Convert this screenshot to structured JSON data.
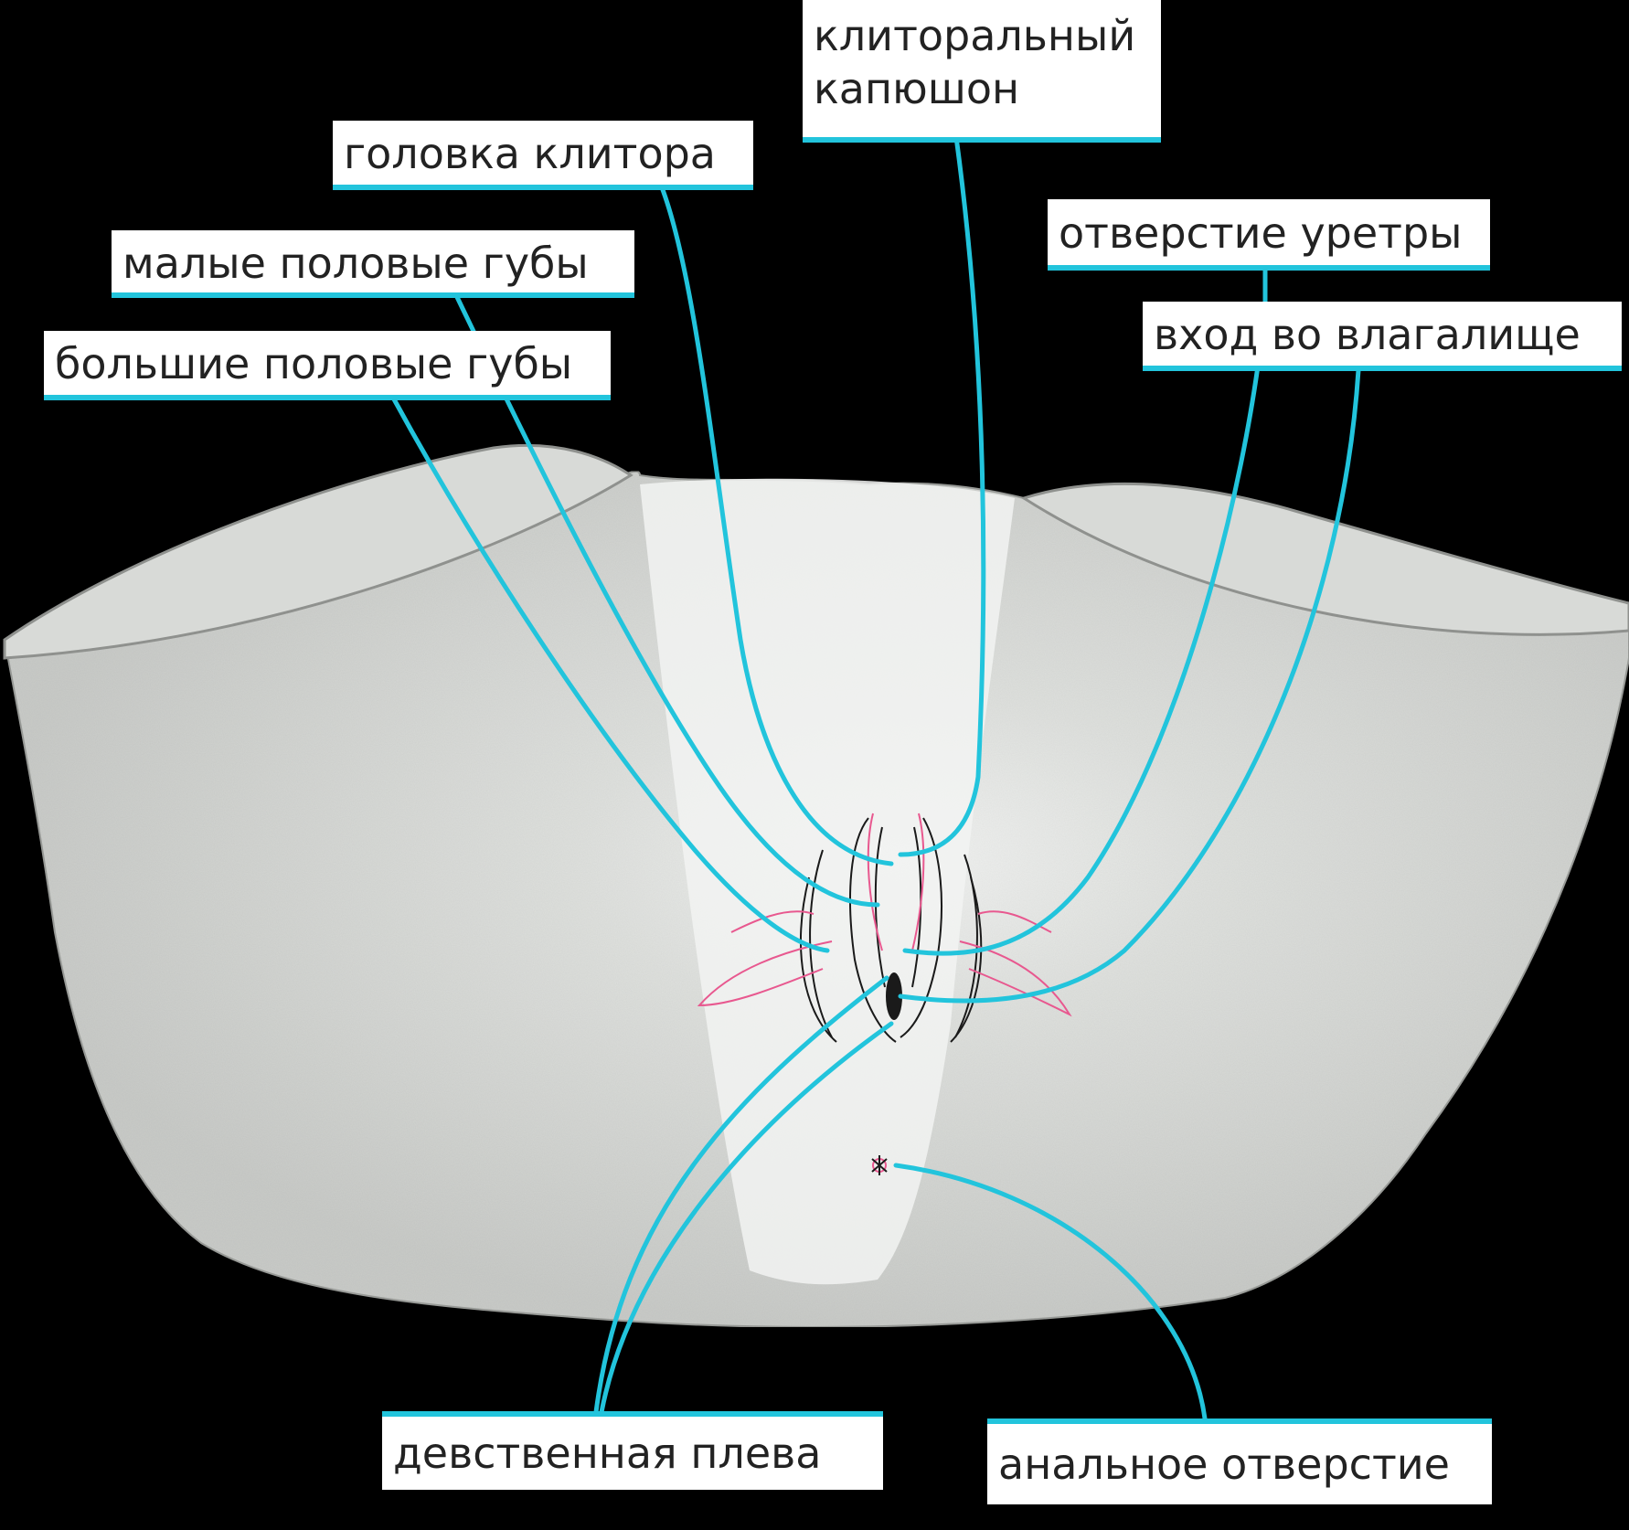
{
  "colors": {
    "background": "#000000",
    "body": "#c9cbc8",
    "body_light": "#f2f3f2",
    "leader": "#22c4dc",
    "label_bg": "#ffffff",
    "label_text": "#222222",
    "outline_pink": "#e8588f",
    "outline_dark": "#1a1a1a"
  },
  "labels": {
    "clitoral_hood_line1": "клиторальный",
    "clitoral_hood_line2": "капюшон",
    "clitoral_glans": "головка клитора",
    "labia_minora": "малые половые губы",
    "labia_majora": "большие половые губы",
    "urethral_opening": "отверстие уретры",
    "vaginal_opening": "вход во влагалище",
    "hymen": "девственная плева",
    "anus": "анальное отверстие"
  }
}
